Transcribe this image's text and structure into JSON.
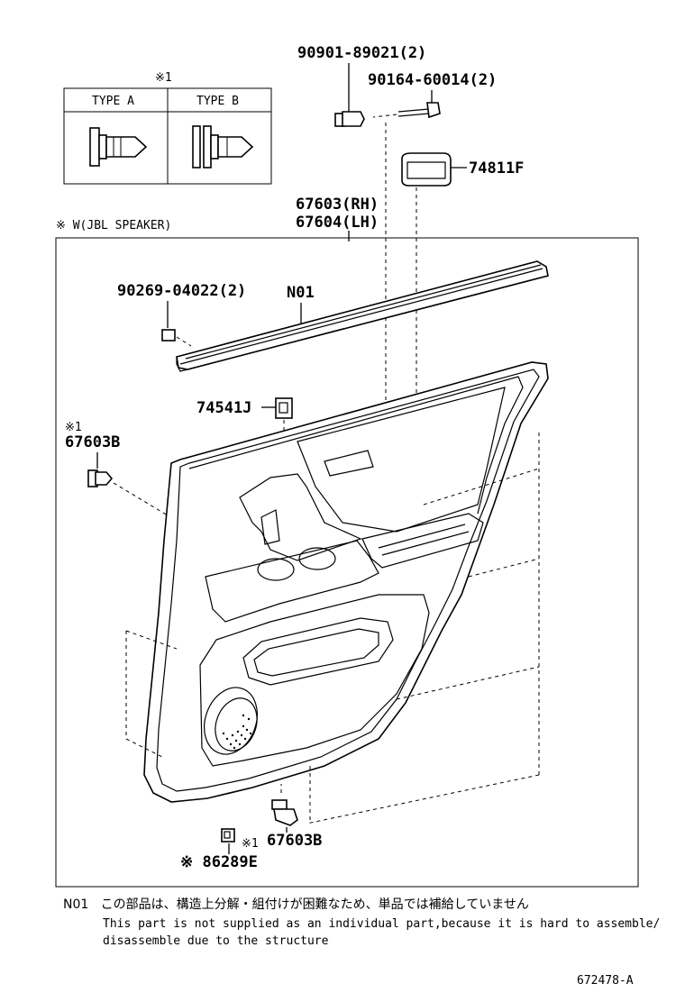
{
  "variant_box": {
    "mark": "※1",
    "type_a_label": "TYPE A",
    "type_b_label": "TYPE B"
  },
  "jbl_note": "※ W(JBL SPEAKER)",
  "parts": {
    "p1": "90901-89021(2)",
    "p2": "90164-60014(2)",
    "p3": "74811F",
    "p4_rh": "67603(RH)",
    "p4_lh": "67604(LH)",
    "p5": "90269-04022(2)",
    "p6": "N01",
    "p7": "74541J",
    "p8_mark": "※1",
    "p8": "67603B",
    "p9_mark": "※1",
    "p9": "67603B",
    "p10": "※ 86289E"
  },
  "footnote": {
    "code": "N01",
    "japanese": "この部品は、構造上分解・組付けが困難なため、単品では補給していません",
    "english_line1": "This part is not supplied as an individual part,because it is hard to assemble/",
    "english_line2": "disassemble due to the structure"
  },
  "diagram_id": "672478-A"
}
